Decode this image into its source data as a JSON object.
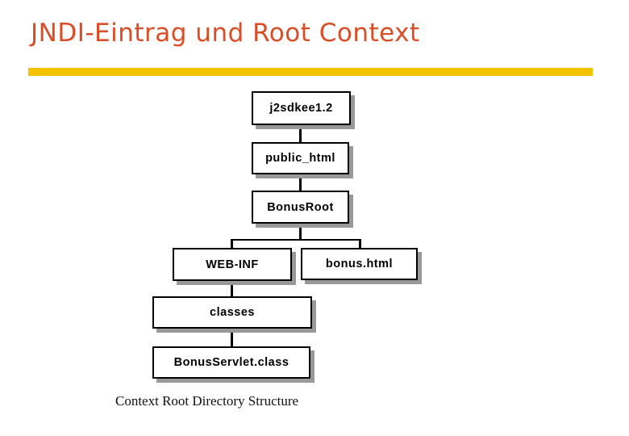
{
  "slide": {
    "title": "JNDI-Eintrag und Root Context",
    "caption": "Context Root Directory Structure"
  },
  "theme": {
    "background_color": "#FFFFFF",
    "title_color": "#DA4E27",
    "accent_bar_color": "#F3C301",
    "box_fill_color": "#FFFFFF",
    "box_border_color": "#000000",
    "box_shadow_color": "#999999",
    "box_text_color": "#000000",
    "connector_color": "#000000",
    "caption_color": "#111111"
  },
  "diagram": {
    "type": "directory-tree",
    "nodes": [
      {
        "label": "j2sdkee1.2",
        "parent": null
      },
      {
        "label": "public_html",
        "parent": "j2sdkee1.2"
      },
      {
        "label": "BonusRoot",
        "parent": "public_html"
      },
      {
        "label": "WEB-INF",
        "parent": "BonusRoot"
      },
      {
        "label": "bonus.html",
        "parent": "BonusRoot"
      },
      {
        "label": "classes",
        "parent": "WEB-INF"
      },
      {
        "label": "BonusServlet.class",
        "parent": "classes"
      }
    ]
  }
}
